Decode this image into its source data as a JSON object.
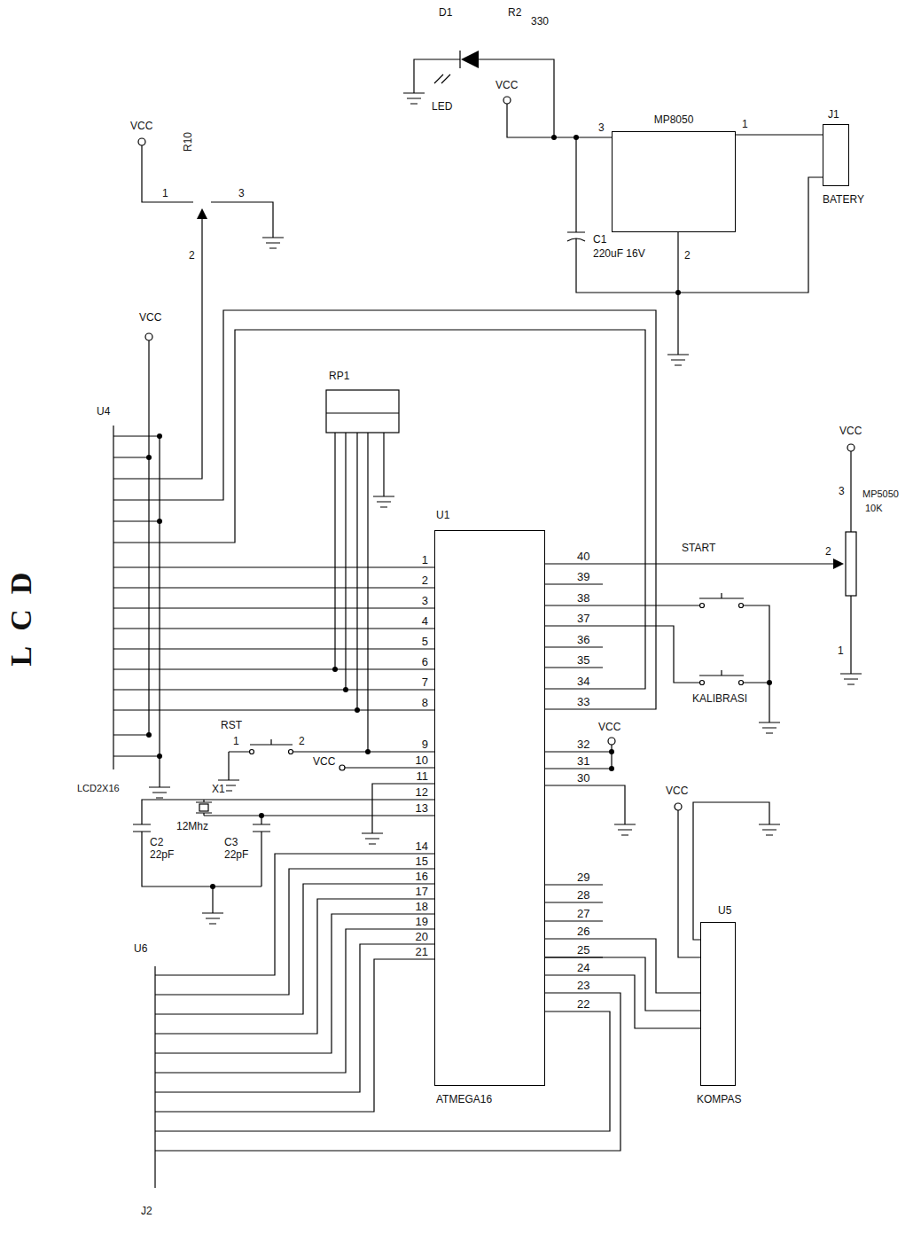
{
  "diagram": {
    "nodes": [
      {
        "text": [
          "MP8050"
        ]
      },
      {
        "text": [
          "J1",
          "BATERY"
        ]
      },
      {
        "text": [
          "U1",
          "ATMEGA16"
        ]
      },
      {
        "text": [
          "U5",
          "KOMPAS"
        ]
      }
    ],
    "edges": [
      {
        "from": 0,
        "to": 1,
        "arrow": "none"
      },
      {
        "from": 2,
        "to": 3,
        "arrow": "none"
      }
    ],
    "labels": [
      "D1",
      "R2",
      "330",
      "LED",
      "VCC",
      "3",
      "1",
      "C1",
      "220uF 16V",
      "2",
      "VCC",
      "R10",
      "1",
      "3",
      "2",
      "VCC",
      "U4",
      "LCD",
      "RP1",
      "1",
      "2",
      "3",
      "4",
      "5",
      "6",
      "7",
      "8",
      "9",
      "10",
      "11",
      "12",
      "13",
      "14",
      "15",
      "16",
      "17",
      "18",
      "19",
      "20",
      "21",
      "22",
      "23",
      "24",
      "25",
      "26",
      "27",
      "28",
      "29",
      "30",
      "31",
      "32",
      "33",
      "34",
      "35",
      "36",
      "37",
      "38",
      "39",
      "40",
      "START",
      "KALIBRASI",
      "VCC",
      "3",
      "MP5050",
      "10K",
      "2",
      "1",
      "RST",
      "1",
      "2",
      "VCC",
      "LCD2X16",
      "X1",
      "12Mhz",
      "C2",
      "22pF",
      "C3",
      "22pF",
      "VCC",
      "VCC",
      "U6",
      "J2"
    ]
  }
}
